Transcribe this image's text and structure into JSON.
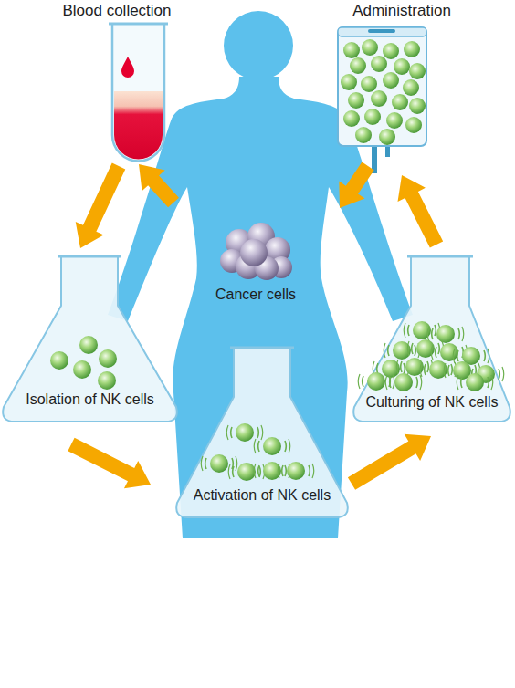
{
  "diagram": {
    "nodes": [
      {
        "text": [
          "Blood collection"
        ]
      },
      {
        "text": [
          "Administration"
        ]
      },
      {
        "text": [
          "Cancer cells"
        ]
      },
      {
        "text": [
          "Isolation of NK cells"
        ]
      },
      {
        "text": [
          "Activation of NK cells"
        ]
      },
      {
        "text": [
          "Culturing of NK cells"
        ]
      }
    ],
    "edges": [
      {
        "from": 2,
        "to": 0,
        "arrow": "to"
      },
      {
        "from": 0,
        "to": 3,
        "arrow": "to"
      },
      {
        "from": 3,
        "to": 4,
        "arrow": "to"
      },
      {
        "from": 4,
        "to": 5,
        "arrow": "to"
      },
      {
        "from": 5,
        "to": 1,
        "arrow": "to"
      },
      {
        "from": 1,
        "to": 2,
        "arrow": "to"
      }
    ]
  }
}
